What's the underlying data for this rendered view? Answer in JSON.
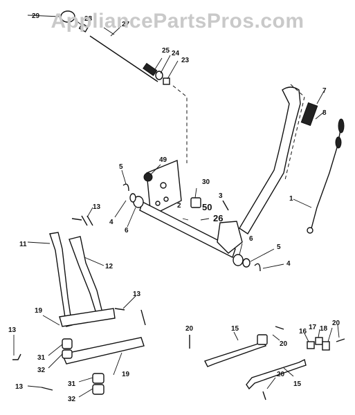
{
  "watermark": "AppliancePartsPros.com",
  "callouts": [
    {
      "id": "c29",
      "text": "29"
    },
    {
      "id": "c28",
      "text": "28"
    },
    {
      "id": "c27",
      "text": "27"
    },
    {
      "id": "c25",
      "text": "25"
    },
    {
      "id": "c24",
      "text": "24"
    },
    {
      "id": "c23",
      "text": "23"
    },
    {
      "id": "c7",
      "text": "7"
    },
    {
      "id": "c8",
      "text": "8"
    },
    {
      "id": "c49",
      "text": "49"
    },
    {
      "id": "c5a",
      "text": "5"
    },
    {
      "id": "c30",
      "text": "30"
    },
    {
      "id": "c3",
      "text": "3"
    },
    {
      "id": "c2",
      "text": "2"
    },
    {
      "id": "c50",
      "text": "50"
    },
    {
      "id": "c26",
      "text": "26"
    },
    {
      "id": "c1",
      "text": "1"
    },
    {
      "id": "c13a",
      "text": "13"
    },
    {
      "id": "c4a",
      "text": "4"
    },
    {
      "id": "c6a",
      "text": "6"
    },
    {
      "id": "c11",
      "text": "11"
    },
    {
      "id": "c12",
      "text": "12"
    },
    {
      "id": "c6b",
      "text": "6"
    },
    {
      "id": "c5b",
      "text": "5"
    },
    {
      "id": "c4b",
      "text": "4"
    },
    {
      "id": "c13b",
      "text": "13"
    },
    {
      "id": "c19a",
      "text": "19"
    },
    {
      "id": "c13c",
      "text": "13"
    },
    {
      "id": "c31a",
      "text": "31"
    },
    {
      "id": "c32a",
      "text": "32"
    },
    {
      "id": "c19b",
      "text": "19"
    },
    {
      "id": "c13d",
      "text": "13"
    },
    {
      "id": "c31b",
      "text": "31"
    },
    {
      "id": "c32b",
      "text": "32"
    },
    {
      "id": "c20a",
      "text": "20"
    },
    {
      "id": "c15a",
      "text": "15"
    },
    {
      "id": "c20b",
      "text": "20"
    },
    {
      "id": "c16",
      "text": "16"
    },
    {
      "id": "c17",
      "text": "17"
    },
    {
      "id": "c18",
      "text": "18"
    },
    {
      "id": "c20c",
      "text": "20"
    },
    {
      "id": "c20d",
      "text": "20"
    },
    {
      "id": "c15b",
      "text": "15"
    }
  ]
}
